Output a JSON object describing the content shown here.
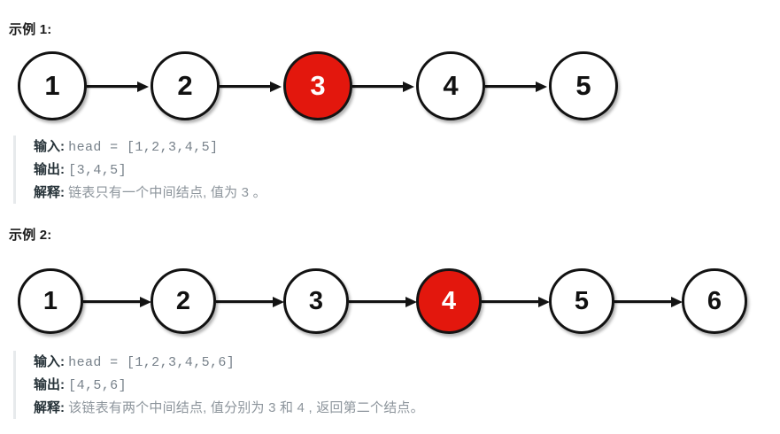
{
  "page": {
    "background_color": "#ffffff",
    "node_fill": "#ffffff",
    "node_stroke": "#121212",
    "highlight_color": "#e3170d",
    "highlight_text_color": "#ffffff",
    "border_accent": "#e7eaec"
  },
  "examples": [
    {
      "heading": "示例 1:",
      "list": {
        "nodes": [
          {
            "value": "1",
            "highlighted": false
          },
          {
            "value": "2",
            "highlighted": false
          },
          {
            "value": "3",
            "highlighted": true
          },
          {
            "value": "4",
            "highlighted": false
          },
          {
            "value": "5",
            "highlighted": false
          }
        ]
      },
      "description": {
        "input_label": "输入:",
        "input_value": "head = [1,2,3,4,5]",
        "output_label": "输出:",
        "output_value": "[3,4,5]",
        "explain_label": "解释:",
        "explain_value": "链表只有一个中间结点, 值为 3 。"
      }
    },
    {
      "heading": "示例 2:",
      "list": {
        "nodes": [
          {
            "value": "1",
            "highlighted": false
          },
          {
            "value": "2",
            "highlighted": false
          },
          {
            "value": "3",
            "highlighted": false
          },
          {
            "value": "4",
            "highlighted": true
          },
          {
            "value": "5",
            "highlighted": false
          },
          {
            "value": "6",
            "highlighted": false
          }
        ]
      },
      "description": {
        "input_label": "输入:",
        "input_value": "head = [1,2,3,4,5,6]",
        "output_label": "输出:",
        "output_value": "[4,5,6]",
        "explain_label": "解释:",
        "explain_value": "该链表有两个中间结点, 值分别为 3 和 4 , 返回第二个结点。"
      }
    }
  ]
}
